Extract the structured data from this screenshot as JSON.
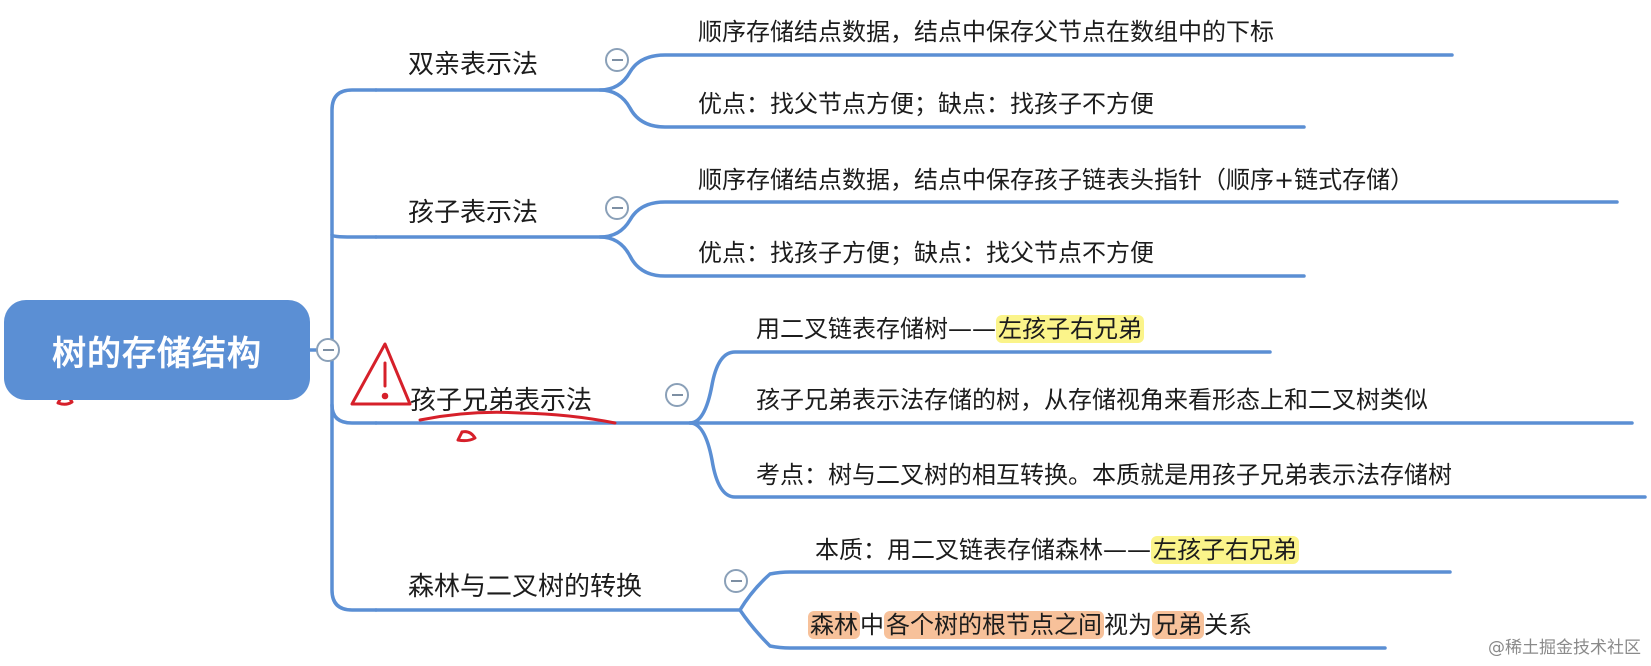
{
  "root": {
    "label": "树的存储结构"
  },
  "branches": [
    {
      "label": "双亲表示法",
      "children": [
        {
          "parts": [
            {
              "text": "顺序存储结点数据，结点中保存父节点在数组中的下标",
              "hl": ""
            }
          ]
        },
        {
          "parts": [
            {
              "text": "优点：找父节点方便；缺点：找孩子不方便",
              "hl": ""
            }
          ]
        }
      ]
    },
    {
      "label": "孩子表示法",
      "children": [
        {
          "parts": [
            {
              "text": "顺序存储结点数据，结点中保存孩子链表头指针（顺序+链式存储）",
              "hl": ""
            }
          ]
        },
        {
          "parts": [
            {
              "text": "优点：找孩子方便；缺点：找父节点不方便",
              "hl": ""
            }
          ]
        }
      ]
    },
    {
      "label": "孩子兄弟表示法",
      "children": [
        {
          "parts": [
            {
              "text": "用二叉链表存储树——",
              "hl": ""
            },
            {
              "text": "左孩子右兄弟",
              "hl": "yellow"
            }
          ]
        },
        {
          "parts": [
            {
              "text": "孩子兄弟表示法存储的树，从存储视角来看形态上和二叉树类似",
              "hl": ""
            }
          ]
        },
        {
          "parts": [
            {
              "text": "考点：树与二叉树的相互转换。本质就是用孩子兄弟表示法存储树",
              "hl": ""
            }
          ]
        }
      ]
    },
    {
      "label": "森林与二叉树的转换",
      "children": [
        {
          "parts": [
            {
              "text": "本质：用二叉链表存储森林——",
              "hl": ""
            },
            {
              "text": "左孩子右兄弟",
              "hl": "yellow"
            }
          ]
        },
        {
          "parts": [
            {
              "text": "森林",
              "hl": "orange"
            },
            {
              "text": "中",
              "hl": ""
            },
            {
              "text": "各个树的根节点之间",
              "hl": "orange"
            },
            {
              "text": "视为",
              "hl": ""
            },
            {
              "text": "兄弟",
              "hl": "orange"
            },
            {
              "text": "关系",
              "hl": ""
            }
          ]
        }
      ]
    }
  ],
  "watermark": "@稀土掘金技术社区",
  "colors": {
    "line": "#5b8fd4",
    "root_fill": "#5b8fd4",
    "highlight_yellow": "#fbf48a",
    "highlight_orange": "#f7c19a",
    "ink": "#d6202a"
  }
}
